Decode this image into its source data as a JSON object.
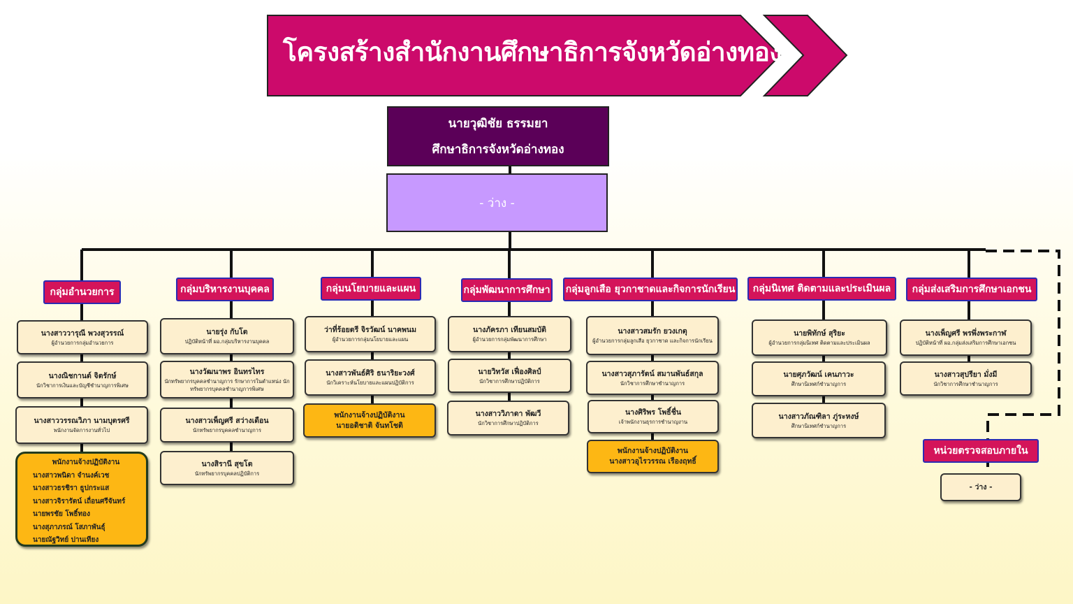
{
  "title": "โครงสร้างสำนักงานศึกษาธิการจังหวัดอ่างทอง",
  "head": {
    "name": "นายวุฒิชัย ธรรมยา",
    "position": "ศึกษาธิการจังหวัดอ่างทอง"
  },
  "deputy": "- ว่าง -",
  "colors": {
    "title_bg": "#cc0a6b",
    "head_bg": "#5b0058",
    "deputy_bg": "#c799ff",
    "group_bg": "#d4145a",
    "card_bg": "#fdefce",
    "staff_bg": "#fdb714"
  },
  "groups": [
    {
      "label": "กลุ่มอำนวยการ",
      "members": [
        {
          "name": "นางสาววารุณี พวงสุวรรณ์",
          "position": "ผู้อำนวยการกลุ่มอำนวยการ"
        },
        {
          "name": "นางณิชกานต์ จิตรักษ์",
          "position": "นักวิชาการเงินและบัญชีชำนาญการพิเศษ"
        },
        {
          "name": "นางสาววรรณวิภา นามบุตรศรี",
          "position": "พนักงานจัดการงานทั่วไป"
        }
      ],
      "staff": {
        "heading": "พนักงานจ้างปฏิบัติงาน",
        "names": [
          "นางสาวพนิดา จำนงค์เวช",
          "นางสาวธรชิรา ธูปกระแส",
          "นางสาวจิรารัตน์ เถื่อนศรีจันทร์",
          "นายพรชัย โพธิ์ทอง",
          "นางสุภาภรณ์ โสภาพันธุ์",
          "นายณัฐวิทย์ ปานเทียง"
        ]
      }
    },
    {
      "label": "กลุ่มบริหารงานบุคคล",
      "members": [
        {
          "name": "นายรุ่ง กับโต",
          "position": "ปฏิบัติหน้าที่ ผอ.กลุ่มบริหารงานบุคคล"
        },
        {
          "name": "นางวัฒนาพร อินทรไทร",
          "position": "นักทรัพยากรบุคคลชำนาญการ รักษาการในตำแหน่ง นักทรัพยากรบุคคลชำนาญการพิเศษ"
        },
        {
          "name": "นางสาวเพ็ญศรี สว่างเดือน",
          "position": "นักทรัพยากรบุคคลชำนาญการ"
        },
        {
          "name": "นางสิรานี สุขโต",
          "position": "นักทรัพยากรบุคคลปฏิบัติการ"
        }
      ]
    },
    {
      "label": "กลุ่มนโยบายและแผน",
      "members": [
        {
          "name": "ว่าที่ร้อยตรี จิรวัฒน์ นาคพนม",
          "position": "ผู้อำนวยการกลุ่มนโยบายและแผน"
        },
        {
          "name": "นางสาวพันธ์ศิริ ธนาริยะวงศ์",
          "position": "นักวิเคราะห์นโยบายและแผนปฏิบัติการ"
        }
      ],
      "staff": {
        "heading": "พนักงานจ้างปฏิบัติงาน",
        "names": [
          "นายอดิชาติ จันทโชติ"
        ]
      }
    },
    {
      "label": "กลุ่มพัฒนาการศึกษา",
      "members": [
        {
          "name": "นางภัครภา เทียนสมบัติ",
          "position": "ผู้อำนวยการกลุ่มพัฒนาการศึกษา"
        },
        {
          "name": "นายวิทวัส เฟื่องศิลป์",
          "position": "นักวิชาการศึกษาปฏิบัติการ"
        },
        {
          "name": "นางสาววิภาดา พัฒวี",
          "position": "นักวิชาการศึกษาปฏิบัติการ"
        }
      ]
    },
    {
      "label": "กลุ่มลูกเสือ ยุวกาชาดและกิจการนักเรียน",
      "members": [
        {
          "name": "นางสาวสมรัก ยวงเกตุ",
          "position": "ผู้อำนวยการกลุ่มลูกเสือ ยุวกาชาด และกิจการนักเรียน"
        },
        {
          "name": "นางสาวสุภารัตน์ สมานพันธ์สกุล",
          "position": "นักวิชาการศึกษาชำนาญการ"
        },
        {
          "name": "นางศิริพร โพธิ์ชื่น",
          "position": "เจ้าพนักงานธุรการชำนาญงาน"
        }
      ],
      "staff": {
        "heading": "พนักงานจ้างปฏิบัติงาน",
        "names": [
          "นางสาวอุไรวรรณ เรืองฤทธิ์"
        ]
      }
    },
    {
      "label": "กลุ่มนิเทศ ติดตามและประเมินผล",
      "members": [
        {
          "name": "นายพิทักษ์ สุริยะ",
          "position": "ผู้อำนวยการกลุ่มนิเทศ ติดตามและประเมินผล"
        },
        {
          "name": "นายศุภวัฒน์ เคนภาวะ",
          "position": "ศึกษานิเทศก์ชำนาญการ"
        },
        {
          "name": "นางสาวภัณฑิลา ภู่ระหงษ์",
          "position": "ศึกษานิเทศก์ชำนาญการ"
        }
      ]
    },
    {
      "label": "กลุ่มส่งเสริมการศึกษาเอกชน",
      "members": [
        {
          "name": "นางเพ็ญศรี พรพึ่งพระกาฬ",
          "position": "ปฏิบัติหน้าที่ ผอ.กลุ่มส่งเสริมการศึกษาเอกชน"
        },
        {
          "name": "นางสาวสุปรียา มั่งมี",
          "position": "นักวิชาการศึกษาชำนาญการ"
        }
      ]
    }
  ],
  "audit": {
    "label": "หน่วยตรวจสอบภายใน",
    "member": "- ว่าง -"
  }
}
